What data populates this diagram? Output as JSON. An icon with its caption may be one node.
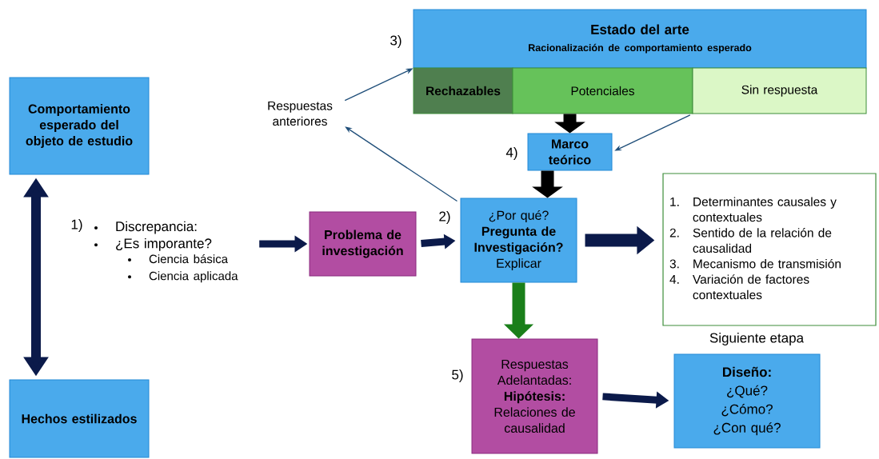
{
  "diagram": {
    "nodes": [
      {
        "text": [
          "Estado del arte",
          "Racionalización de comportamiento esperado"
        ],
        "beside": [
          "3)"
        ]
      },
      {
        "text": [
          "Rechazables"
        ]
      },
      {
        "text": [
          "Potenciales"
        ]
      },
      {
        "text": [
          "Sin respuesta"
        ]
      },
      {
        "text": [
          "Comportamiento esperado del objeto de estudio"
        ]
      },
      {
        "text": [
          "Respuestas anteriores"
        ]
      },
      {
        "text": [
          "Marco teórico"
        ],
        "beside": [
          "4)"
        ]
      },
      {
        "text": [
          "Discrepancia:",
          "¿Es imporante?",
          "Ciencia básica",
          "Ciencia aplicada"
        ],
        "beside": [
          "1)"
        ]
      },
      {
        "text": [
          "Problema de investigación"
        ]
      },
      {
        "text": [
          "¿Por qué?",
          "Pregunta de Investigación?",
          "Explicar"
        ],
        "beside": [
          "2)"
        ]
      },
      {
        "text": [
          "1.",
          "Determinantes causales y contextuales",
          "2.",
          "Sentido de la relación de causalidad",
          "3.",
          "Mecanismo de transmisión",
          "4.",
          "Variación de factores contextuales"
        ]
      },
      {
        "text": [
          "Hechos estilizados"
        ]
      },
      {
        "text": [
          "Respuestas Adelantadas:",
          "Hipótesis:",
          "Relaciones de causalidad"
        ],
        "beside": [
          "5)"
        ]
      },
      {
        "text": [
          "Siguiente etapa",
          "Diseño:",
          "¿Qué?",
          "¿Cómo?",
          "¿Con qué?"
        ]
      }
    ],
    "edges": [
      {
        "from": 4,
        "to": 11,
        "arrow": "both"
      },
      {
        "from": 7,
        "to": 8,
        "arrow": "to"
      },
      {
        "from": 8,
        "to": 9,
        "arrow": "to"
      },
      {
        "from": 2,
        "to": 6,
        "arrow": "to",
        "color": "#000000"
      },
      {
        "from": 6,
        "to": 9,
        "arrow": "to",
        "color": "#000000"
      },
      {
        "from": 3,
        "to": 6,
        "arrow": "to",
        "color": "#1f4e79"
      },
      {
        "from": 5,
        "to": 0,
        "arrow": "to",
        "color": "#1f4e79"
      },
      {
        "from": 9,
        "to": 5,
        "arrow": "to",
        "color": "#1f4e79"
      },
      {
        "from": 9,
        "to": 10,
        "arrow": "to"
      },
      {
        "from": 9,
        "to": 12,
        "arrow": "to",
        "color": "#1a7f1a"
      },
      {
        "from": 12,
        "to": 13,
        "arrow": "to"
      }
    ]
  }
}
